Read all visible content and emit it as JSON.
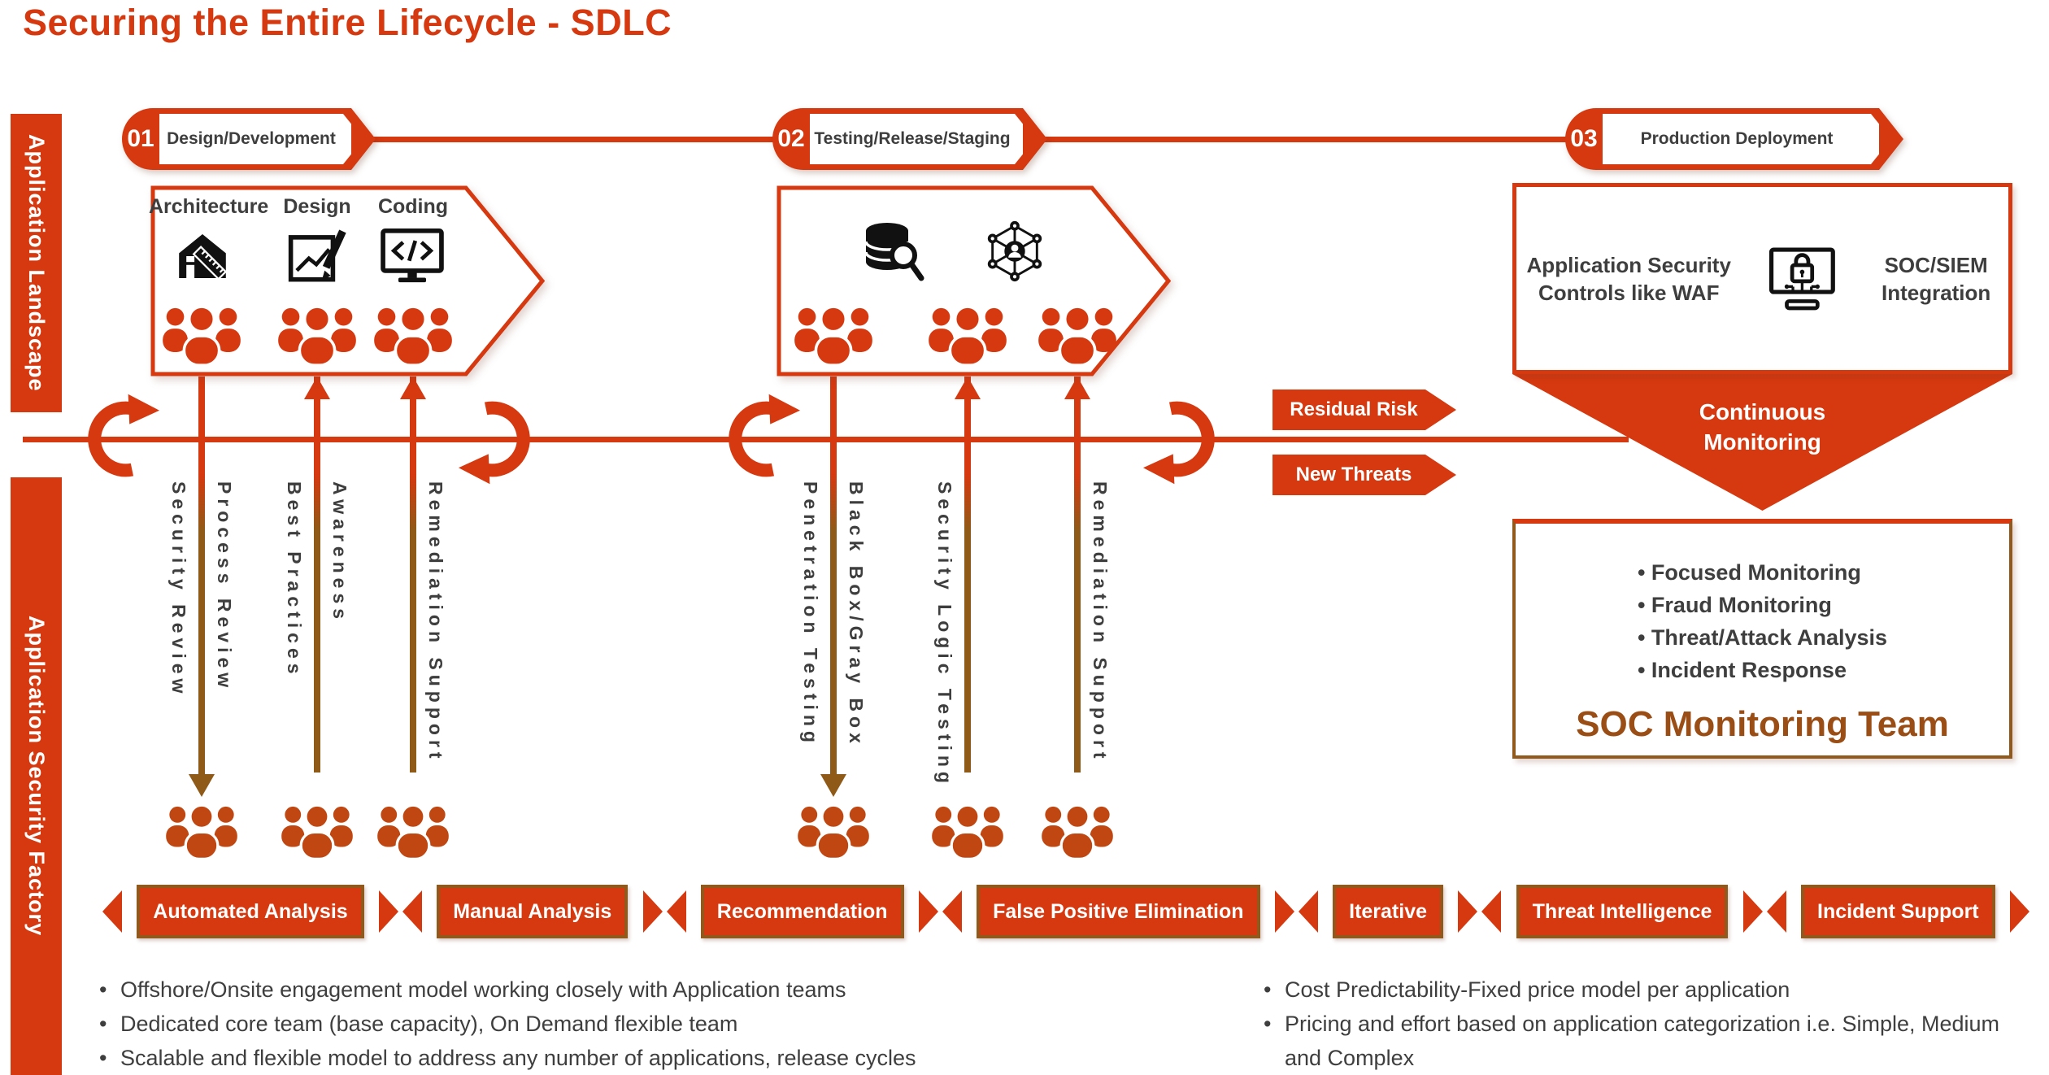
{
  "title": "Securing the Entire Lifecycle - SDLC",
  "rails": {
    "landscape": "Application Landscape",
    "factory": "Application Security Factory"
  },
  "phases": [
    {
      "number": "01",
      "label": "Design/Development"
    },
    {
      "number": "02",
      "label": "Testing/Release/Staging"
    },
    {
      "number": "03",
      "label": "Production Deployment"
    }
  ],
  "design_stage": {
    "columns": [
      {
        "label": "Architecture",
        "icon": "architecture-icon"
      },
      {
        "label": "Design",
        "icon": "design-chart-pencil-icon"
      },
      {
        "label": "Coding",
        "icon": "coding-monitor-icon"
      }
    ]
  },
  "testing_stage": {
    "icons": [
      "database-scan-icon",
      "network-team-icon"
    ]
  },
  "production_stage": {
    "left_text": "Application Security Controls like WAF",
    "icon": "waf-monitor-lock-icon",
    "right_text": "SOC/SIEM Integration"
  },
  "flow": {
    "residual_risk": "Residual Risk",
    "new_threats": "New Threats",
    "continuous_line1": "Continuous",
    "continuous_line2": "Monitoring"
  },
  "soc": {
    "bullets": [
      "Focused Monitoring",
      "Fraud Monitoring",
      "Threat/Attack Analysis",
      "Incident Response"
    ],
    "title": "SOC Monitoring Team"
  },
  "factory": {
    "design_arrows": {
      "a1_left": "Security Review",
      "a1_right": "Process Review",
      "a2_left": "Best Practices",
      "a2_right": "Awareness",
      "a3_right": "Remediation Support"
    },
    "testing_arrows": {
      "a1_left": "Penetration Testing",
      "a1_right": "Black Box/Gray Box",
      "a2_left": "Security Logic Testing",
      "a3_right": "Remediation Support"
    }
  },
  "pipeline": [
    "Automated Analysis",
    "Manual Analysis",
    "Recommendation",
    "False Positive Elimination",
    "Iterative",
    "Threat Intelligence",
    "Incident Support"
  ],
  "footnotes": {
    "left": [
      "Offshore/Onsite engagement model working closely with Application teams",
      "Dedicated core team (base capacity), On Demand flexible team",
      "Scalable and flexible model to address any number of applications, release cycles"
    ],
    "right": [
      "Cost Predictability-Fixed price model per application",
      "Pricing and effort based on application categorization i.e. Simple, Medium and Complex"
    ]
  },
  "colors": {
    "primary": "#D6380F",
    "brown": "#92591D",
    "dark_text": "#3E3E3E",
    "soc_title": "#9A4E15"
  }
}
